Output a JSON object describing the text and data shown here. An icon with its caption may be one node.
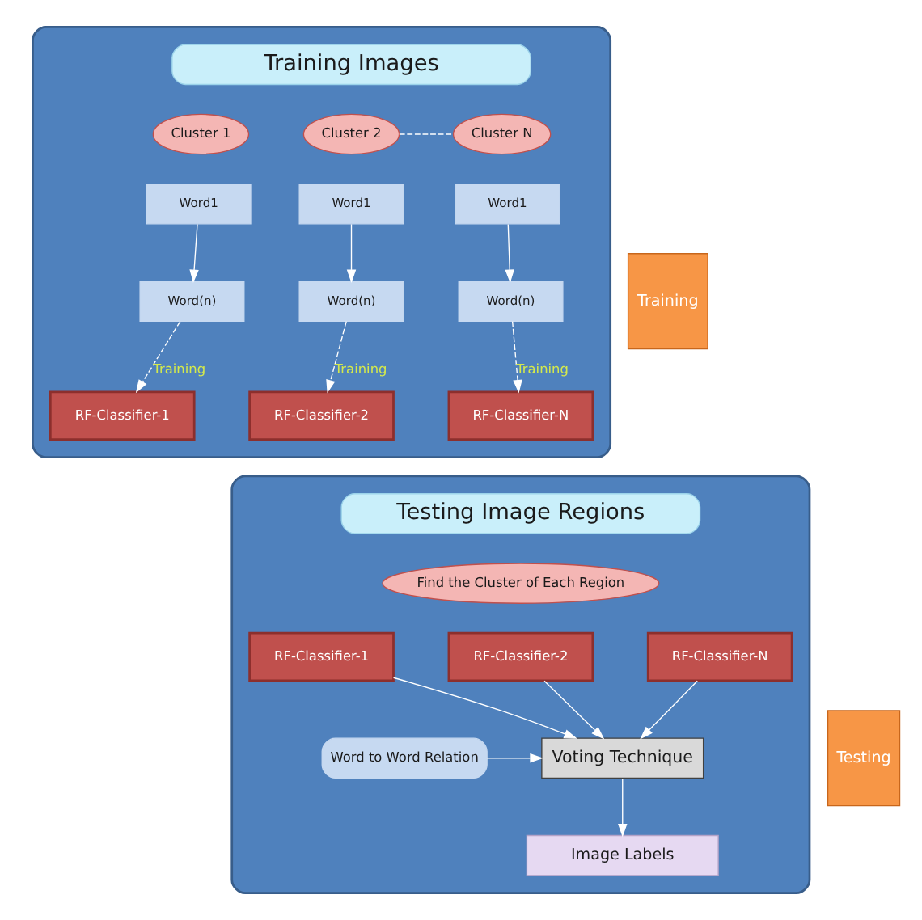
{
  "diagram": {
    "nodes": [
      {
        "text": [],
        "shape": "box"
      },
      {
        "text": [
          "Training Images"
        ],
        "in": 0
      },
      {
        "text": [
          "Cluster 1"
        ],
        "in": 0
      },
      {
        "text": [
          "Cluster 2"
        ],
        "in": 0
      },
      {
        "text": [
          "Cluster N"
        ],
        "in": 0
      },
      {
        "text": [
          "Word1"
        ],
        "in": 0
      },
      {
        "text": [
          "Word(n)"
        ],
        "in": 0
      },
      {
        "text": [
          "RF-Classifier-1"
        ],
        "in": 0
      },
      {
        "text": [
          "Word1"
        ],
        "in": 0
      },
      {
        "text": [
          "Word(n)"
        ],
        "in": 0
      },
      {
        "text": [
          "RF-Classifier-2"
        ],
        "in": 0
      },
      {
        "text": [
          "Word1"
        ],
        "in": 0
      },
      {
        "text": [
          "Word(n)"
        ],
        "in": 0
      },
      {
        "text": [
          "RF-Classifier-N"
        ],
        "in": 0
      },
      {
        "text": [
          "Training"
        ]
      },
      {
        "text": [],
        "shape": "box"
      },
      {
        "text": [
          "Testing Image Regions"
        ],
        "in": 15
      },
      {
        "text": [
          "Find the Cluster of Each Region"
        ],
        "in": 15
      },
      {
        "text": [
          "RF-Classifier-1"
        ],
        "in": 15
      },
      {
        "text": [
          "RF-Classifier-2"
        ],
        "in": 15
      },
      {
        "text": [
          "RF-Classifier-N"
        ],
        "in": 15
      },
      {
        "text": [
          "Word to Word Relation"
        ],
        "in": 15
      },
      {
        "text": [
          "Voting Technique"
        ],
        "in": 15
      },
      {
        "text": [
          "Image Labels"
        ],
        "in": 15
      },
      {
        "text": [
          "Testing"
        ]
      }
    ],
    "edges": [
      {
        "from": 3,
        "to": 4,
        "arrow": "none",
        "style": "dashed"
      },
      {
        "from": 5,
        "to": 6,
        "arrow": "to"
      },
      {
        "from": 6,
        "to": 7,
        "arrow": "to",
        "style": "dashed",
        "label": "Training"
      },
      {
        "from": 8,
        "to": 9,
        "arrow": "to"
      },
      {
        "from": 9,
        "to": 10,
        "arrow": "to",
        "style": "dashed",
        "label": "Training"
      },
      {
        "from": 11,
        "to": 12,
        "arrow": "to"
      },
      {
        "from": 12,
        "to": 13,
        "arrow": "to",
        "style": "dashed",
        "label": "Training"
      },
      {
        "from": 18,
        "to": 22,
        "arrow": "to"
      },
      {
        "from": 19,
        "to": 22,
        "arrow": "to"
      },
      {
        "from": 20,
        "to": 22,
        "arrow": "to"
      },
      {
        "from": 21,
        "to": 22,
        "arrow": "to"
      },
      {
        "from": 22,
        "to": 23,
        "arrow": "to"
      }
    ]
  }
}
